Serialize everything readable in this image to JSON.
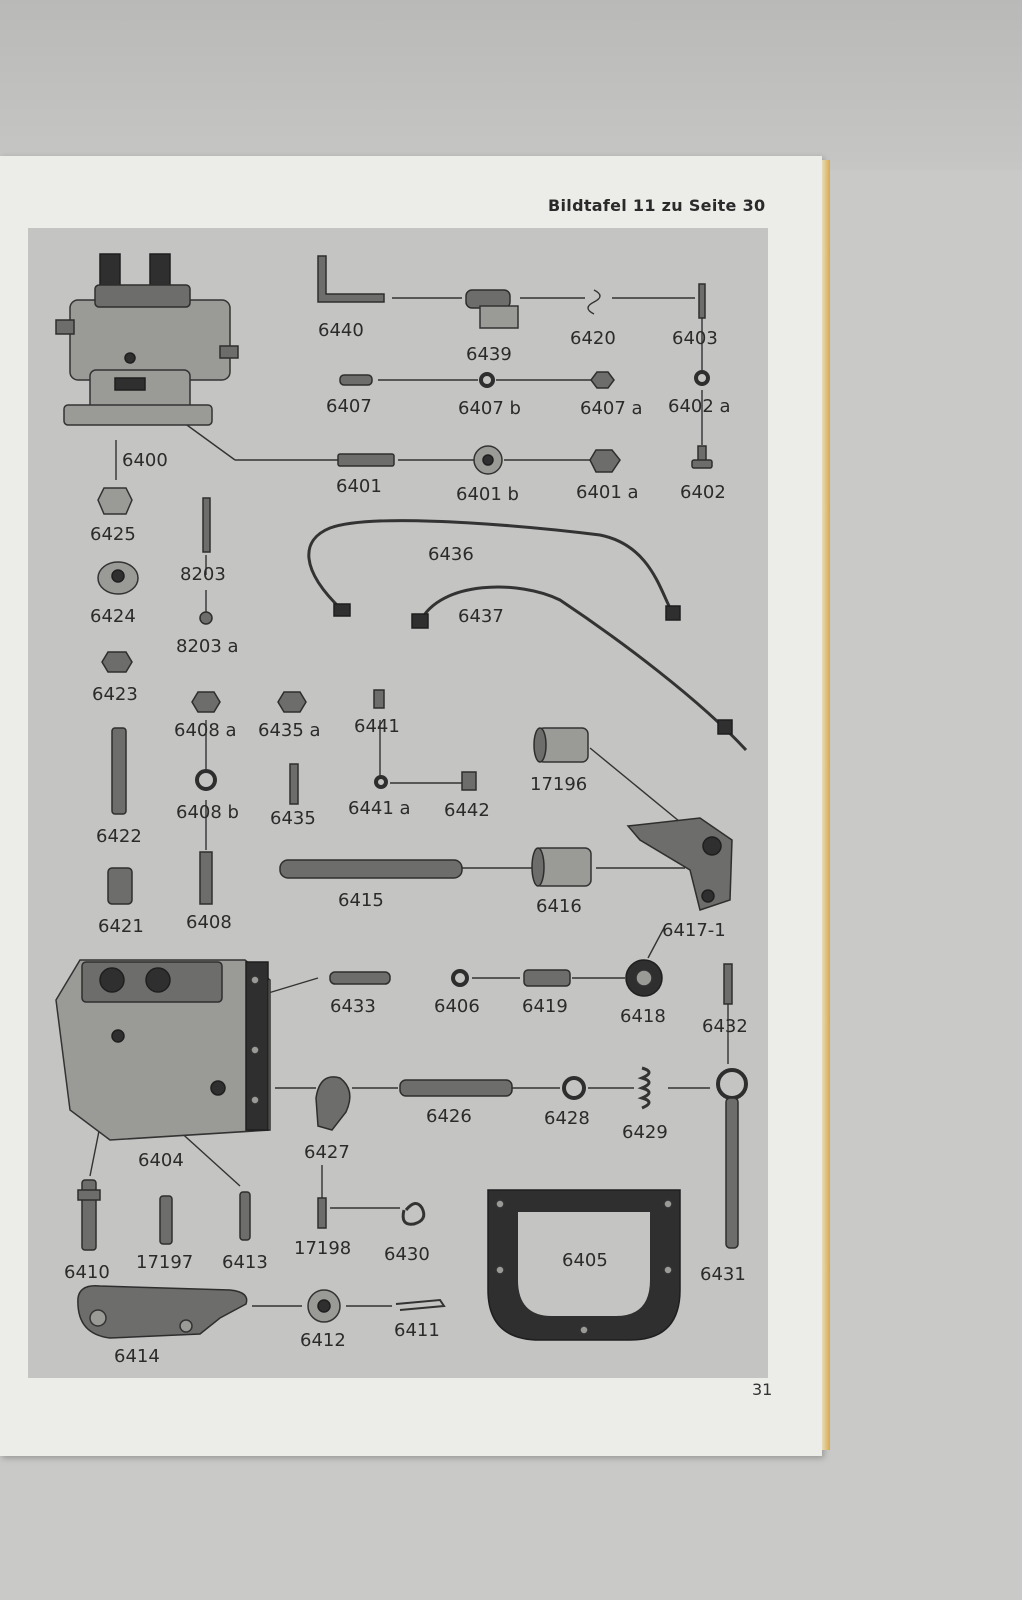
{
  "header": {
    "title": "Bildtafel 11 zu Seite 30"
  },
  "page_number": "31",
  "parts": [
    {
      "id": "p6440",
      "label": "6440"
    },
    {
      "id": "p6439",
      "label": "6439"
    },
    {
      "id": "p6420",
      "label": "6420"
    },
    {
      "id": "p6403",
      "label": "6403"
    },
    {
      "id": "p6407",
      "label": "6407"
    },
    {
      "id": "p6407b",
      "label": "6407 b"
    },
    {
      "id": "p6407a",
      "label": "6407 a"
    },
    {
      "id": "p6402a",
      "label": "6402 a"
    },
    {
      "id": "p6400",
      "label": "6400"
    },
    {
      "id": "p6401",
      "label": "6401"
    },
    {
      "id": "p6401b",
      "label": "6401 b"
    },
    {
      "id": "p6401a",
      "label": "6401 a"
    },
    {
      "id": "p6402",
      "label": "6402"
    },
    {
      "id": "p6425",
      "label": "6425"
    },
    {
      "id": "p8203",
      "label": "8203"
    },
    {
      "id": "p6436",
      "label": "6436"
    },
    {
      "id": "p6424",
      "label": "6424"
    },
    {
      "id": "p6437",
      "label": "6437"
    },
    {
      "id": "p8203a",
      "label": "8203 a"
    },
    {
      "id": "p6423",
      "label": "6423"
    },
    {
      "id": "p6408a",
      "label": "6408 a"
    },
    {
      "id": "p6435a",
      "label": "6435 a"
    },
    {
      "id": "p6441",
      "label": "6441"
    },
    {
      "id": "p17196",
      "label": "17196"
    },
    {
      "id": "p6408b",
      "label": "6408 b"
    },
    {
      "id": "p6441a",
      "label": "6441 a"
    },
    {
      "id": "p6442",
      "label": "6442"
    },
    {
      "id": "p6435",
      "label": "6435"
    },
    {
      "id": "p6422",
      "label": "6422"
    },
    {
      "id": "p6415",
      "label": "6415"
    },
    {
      "id": "p6416",
      "label": "6416"
    },
    {
      "id": "p6421",
      "label": "6421"
    },
    {
      "id": "p6408",
      "label": "6408"
    },
    {
      "id": "p6417",
      "label": "6417-1"
    },
    {
      "id": "p6433",
      "label": "6433"
    },
    {
      "id": "p6406",
      "label": "6406"
    },
    {
      "id": "p6419",
      "label": "6419"
    },
    {
      "id": "p6418",
      "label": "6418"
    },
    {
      "id": "p6432",
      "label": "6432"
    },
    {
      "id": "p6426",
      "label": "6426"
    },
    {
      "id": "p6428",
      "label": "6428"
    },
    {
      "id": "p6429",
      "label": "6429"
    },
    {
      "id": "p6404",
      "label": "6404"
    },
    {
      "id": "p6427",
      "label": "6427"
    },
    {
      "id": "p17198",
      "label": "17198"
    },
    {
      "id": "p6430",
      "label": "6430"
    },
    {
      "id": "p6405",
      "label": "6405"
    },
    {
      "id": "p6410",
      "label": "6410"
    },
    {
      "id": "p17197",
      "label": "17197"
    },
    {
      "id": "p6413",
      "label": "6413"
    },
    {
      "id": "p6431",
      "label": "6431"
    },
    {
      "id": "p6412",
      "label": "6412"
    },
    {
      "id": "p6411",
      "label": "6411"
    },
    {
      "id": "p6414",
      "label": "6414"
    }
  ]
}
